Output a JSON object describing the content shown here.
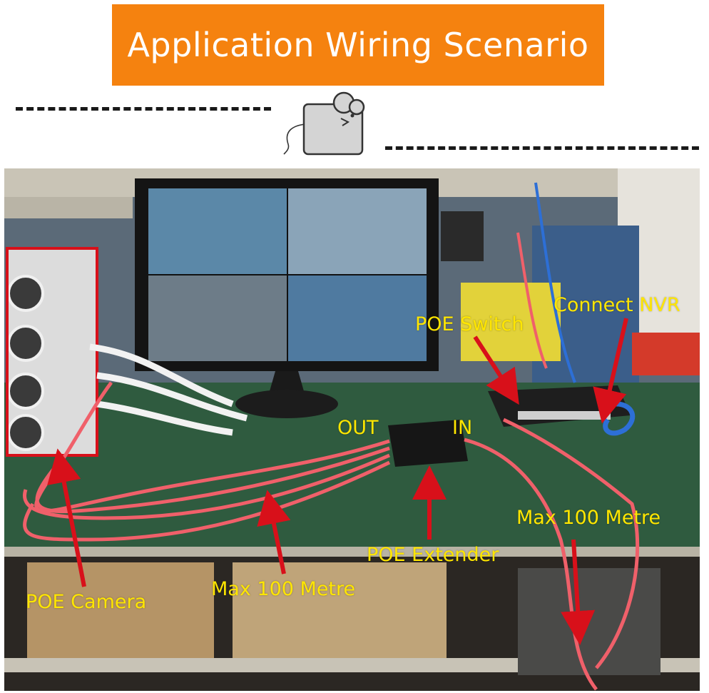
{
  "banner": {
    "title": "Application Wiring Scenario",
    "color": "#f5820f"
  },
  "divider": {
    "icon": "mouse-icon"
  },
  "photo": {
    "label_color": "#ffe600",
    "arrow_color": "#d8101a",
    "cable_color": "#f0606a",
    "labels": {
      "poe_switch": "POE Switch",
      "connect_nvr": "Connect NVR",
      "out": "OUT",
      "in": "IN",
      "max_right": "Max 100 Metre",
      "poe_extender": "POE Extender",
      "poe_camera": "POE Camera",
      "max_left": "Max 100 Metre"
    }
  }
}
